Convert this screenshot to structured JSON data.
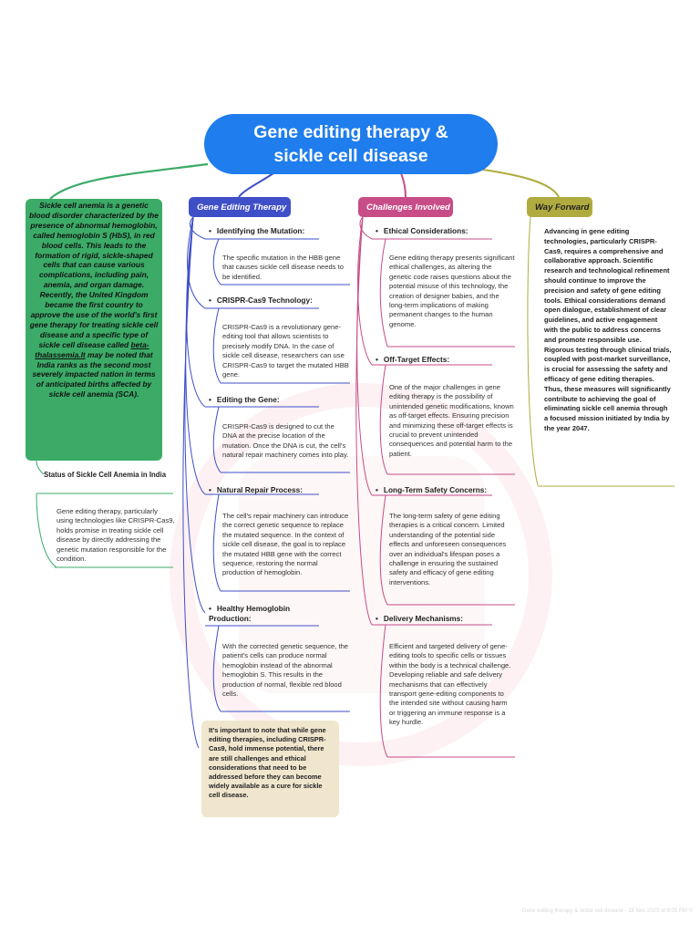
{
  "title": "Gene editing therapy & sickle cell disease",
  "intro": {
    "text_before_link": "Sickle cell anemia is a genetic blood disorder characterized by the presence of abnormal hemoglobin, called hemoglobin S (HbS), in red blood cells. This leads to the formation of rigid, sickle-shaped cells that can cause various complications, including pain, anemia, and organ damage. Recently, the United Kingdom became the first country to approve the use of the world's first gene therapy  for treating sickle cell disease and a specific type of sickle cell disease called ",
    "link_text": "beta-thalassemia.It",
    "text_after_link": " may be noted that India ranks as the second most severely impacted nation in terms of anticipated births affected by sickle cell anemia (SCA)."
  },
  "status": {
    "title": "Status of Sickle Cell Anemia in India",
    "text": "Gene editing therapy, particularly using technologies like CRISPR-Cas9, holds promise in treating sickle cell disease by directly addressing the genetic mutation responsible for the condition."
  },
  "gene_editing": {
    "label": "Gene Editing Therapy",
    "items": [
      {
        "heading": "Identifying the Mutation:",
        "text": "The specific mutation in the HBB gene that causes sickle cell disease needs to be identified."
      },
      {
        "heading": "CRISPR-Cas9 Technology:",
        "text": "CRISPR-Cas9 is a revolutionary gene-editing tool that allows scientists to precisely modify DNA. In the case of sickle cell disease, researchers can use CRISPR-Cas9 to target the mutated HBB gene."
      },
      {
        "heading": "Editing the Gene:",
        "text": "CRISPR-Cas9 is designed to cut the DNA at the precise location of the mutation. Once the DNA is cut, the cell's natural repair machinery comes into play."
      },
      {
        "heading": "Natural Repair Process:",
        "text": "The cell's repair machinery can introduce the correct genetic sequence to replace the mutated sequence. In the context of sickle cell disease, the goal is to replace the mutated HBB gene with the correct sequence, restoring the normal production of hemoglobin."
      },
      {
        "heading": "Healthy Hemoglobin Production:",
        "text": "With the corrected genetic sequence, the patient's cells can produce normal hemoglobin instead of the abnormal hemoglobin S. This results in the production of normal, flexible red blood cells."
      }
    ],
    "note": "It's important to note that while gene editing therapies, including CRISPR-Cas9, hold immense potential, there are still challenges and ethical considerations that need to be addressed before they can become widely available as a cure for sickle cell disease."
  },
  "challenges": {
    "label": "Challenges Involved",
    "items": [
      {
        "heading": "Ethical Considerations:",
        "text": "Gene editing therapy presents significant ethical challenges, as altering the genetic code raises questions about the potential misuse of this technology, the creation of designer babies, and the long-term implications of making permanent changes to the human genome."
      },
      {
        "heading": "Off-Target Effects:",
        "text": "One of the major challenges in gene editing therapy is the possibility of unintended genetic modifications, known as off-target effects. Ensuring precision and minimizing these off-target effects is crucial to prevent unintended consequences and potential harm to the patient."
      },
      {
        "heading": "Long-Term Safety Concerns:",
        "text": "The long-term safety of gene editing therapies is a critical concern. Limited understanding of the potential side effects and unforeseen consequences over an individual's lifespan poses a challenge in ensuring the sustained safety and efficacy of gene editing interventions."
      },
      {
        "heading": "Delivery Mechanisms:",
        "text": "Efficient and targeted delivery of gene-editing tools to specific cells or tissues within the body is a technical challenge. Developing reliable and safe delivery mechanisms that can effectively transport gene-editing components to the intended site without causing harm or triggering an immune response is a key hurdle."
      }
    ]
  },
  "way_forward": {
    "label": "Way Forward",
    "text": "Advancing in gene editing technologies, particularly CRISPR-Cas9, requires a comprehensive and collaborative approach. Scientific research and technological refinement should continue to improve the precision and safety of gene editing tools. Ethical considerations demand open dialogue, establishment of clear guidelines, and active engagement with the public to address concerns and promote responsible use. Rigorous testing through clinical trials, coupled with post-market surveillance, is crucial for assessing the safety and efficacy of gene editing therapies. Thus, these measures will significantly contribute to achieving the goal of eliminating sickle cell anemia through a focused mission initiated by India by the year 2047."
  },
  "bullet": "•",
  "footer": "Gene editing therapy & sickle cell disease - 28 Nov 2023 at 8:05 PM ©",
  "colors": {
    "root": "#1f7ded",
    "intro": "#3bab67",
    "gene_editing": "#3f4fc8",
    "challenges": "#c74c88",
    "way_forward": "#b0ab3e",
    "note": "#efe6cd"
  }
}
